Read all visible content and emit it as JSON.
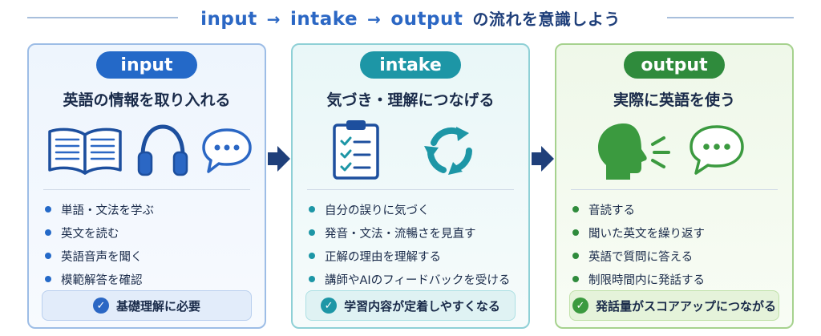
{
  "title": {
    "kw_input": "input",
    "arrow": "→",
    "kw_intake": "intake",
    "kw_output": "output",
    "suffix": "の流れを意識しよう"
  },
  "panels": [
    {
      "label": "input",
      "subtitle": "英語の情報を取り入れる",
      "icons": [
        "open-book-icon",
        "headphones-icon",
        "speech-bubble-icon"
      ],
      "items": [
        "単語・文法を学ぶ",
        "英文を読む",
        "英語音声を聞く",
        "模範解答を確認"
      ],
      "badge": "基礎理解に必要"
    },
    {
      "label": "intake",
      "subtitle": "気づき・理解につなげる",
      "icons": [
        "checklist-clipboard-icon",
        "cycle-arrows-icon"
      ],
      "items": [
        "自分の誤りに気づく",
        "発音・文法・流暢さを見直す",
        "正解の理由を理解する",
        "講師やAIのフィードバックを受ける"
      ],
      "badge": "学習内容が定着しやすくなる"
    },
    {
      "label": "output",
      "subtitle": "実際に英語を使う",
      "icons": [
        "speaking-head-icon",
        "speech-bubble-icon"
      ],
      "items": [
        "音読する",
        "聞いた英文を繰り返す",
        "英語で質問に答える",
        "制限時間内に発話する"
      ],
      "badge": "発話量がスコアアップにつながる"
    }
  ],
  "colors": {
    "input": "#2469c8",
    "intake": "#1d96a6",
    "output": "#2f8b3c",
    "heading": "#1f3f7a",
    "arrow": "#1f3f7a"
  }
}
